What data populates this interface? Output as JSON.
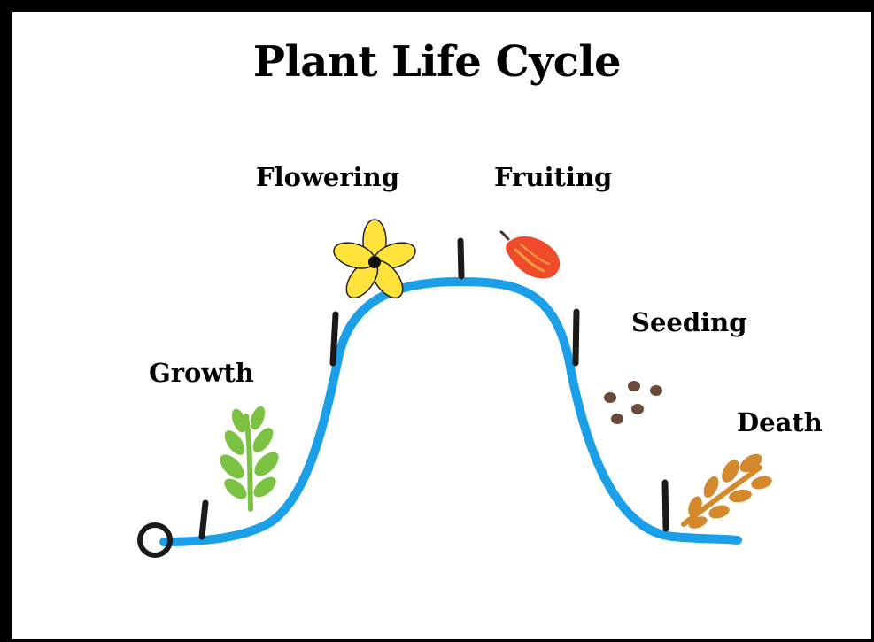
{
  "title": "Plant Life Cycle",
  "stages": [
    {
      "label": "Growth",
      "icon": "leafy-sprout-icon"
    },
    {
      "label": "Flowering",
      "icon": "flower-icon"
    },
    {
      "label": "Fruiting",
      "icon": "fruit-icon"
    },
    {
      "label": "Seeding",
      "icon": "seeds-icon"
    },
    {
      "label": "Death",
      "icon": "withered-leaf-icon"
    }
  ],
  "colors": {
    "curve": "#1a9fe8",
    "markers": "#1a1a1a",
    "sprout": "#7cc242",
    "flower_petals": "#ffe23a",
    "flower_center": "#111111",
    "fruit": "#ef4a2a",
    "fruit_highlight": "#f4a23a",
    "seeds": "#6b4a3a",
    "withered_leaf": "#d48a2c"
  }
}
